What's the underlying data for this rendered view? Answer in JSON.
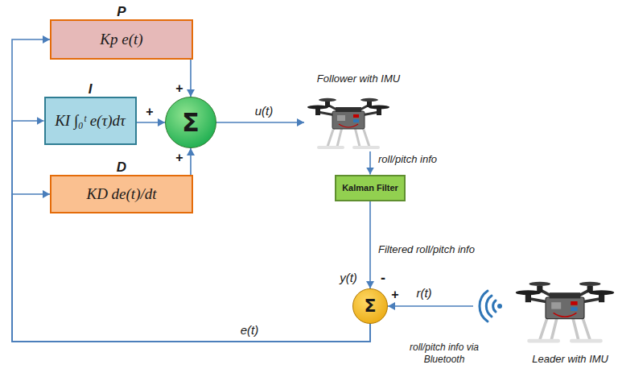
{
  "diagram": {
    "nodes": [
      {
        "text": [
          "P",
          "Kp e(t)"
        ]
      },
      {
        "text": [
          "I",
          "KI ∫₀ᵗ e(τ)dτ"
        ]
      },
      {
        "text": [
          "D",
          "KD de(t)/dt"
        ]
      },
      {
        "text": [
          "Σ"
        ]
      },
      {
        "text": [
          "Follower with IMU"
        ]
      },
      {
        "text": [
          "Kalman Filter"
        ]
      },
      {
        "text": [
          "Σ"
        ]
      },
      {
        "text": [
          "Leader with IMU"
        ]
      }
    ],
    "edges": [
      {
        "from": 0,
        "to": 3,
        "arrow": "to"
      },
      {
        "from": 1,
        "to": 3,
        "arrow": "to"
      },
      {
        "from": 2,
        "to": 3,
        "arrow": "to"
      },
      {
        "from": 3,
        "to": 4,
        "label": "u(t)",
        "arrow": "to"
      },
      {
        "from": 4,
        "to": 5,
        "label": "roll/pitch info",
        "arrow": "to"
      },
      {
        "from": 5,
        "to": 6,
        "label": "Filtered roll/pitch info",
        "arrow": "to"
      },
      {
        "from": 7,
        "to": 6,
        "label": "r(t)",
        "arrow": "to"
      },
      {
        "from": 6,
        "to": 0,
        "label": "e(t)",
        "arrow": "to"
      },
      {
        "from": 6,
        "to": 1,
        "arrow": "to"
      },
      {
        "from": 6,
        "to": 2,
        "arrow": "to"
      }
    ],
    "labels": [
      "+",
      "+",
      "+",
      "y(t)",
      "-",
      "+",
      "roll/pitch info via Bluetooth"
    ]
  }
}
